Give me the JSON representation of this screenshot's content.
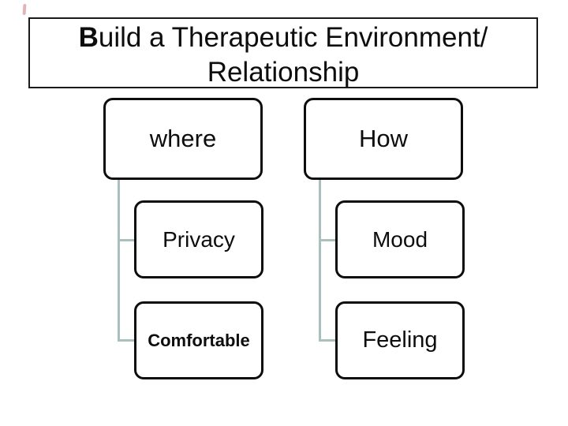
{
  "slide_title": {
    "line1_bold": "B",
    "line1_rest": "uild a Therapeutic Environment/",
    "line2": "Relationship"
  },
  "annotations": {
    "pen_mark": "small red pen stroke at top-left corner"
  },
  "diagram": {
    "type": "hierarchy-list",
    "columns": [
      {
        "parent": {
          "label": "where"
        },
        "children": [
          {
            "label": "Privacy"
          },
          {
            "label": "Comfortable"
          }
        ]
      },
      {
        "parent": {
          "label": "How"
        },
        "children": [
          {
            "label": "Mood"
          },
          {
            "label": "Feeling"
          }
        ]
      }
    ]
  },
  "colors": {
    "background": "#ffffff",
    "box_fill": "#ffffff",
    "box_border": "#0d0d0d",
    "title_border": "#1a1a1a",
    "connector": "#a9bfc0",
    "text": "#0d0d0d",
    "pen_mark": "#c05a5a"
  }
}
